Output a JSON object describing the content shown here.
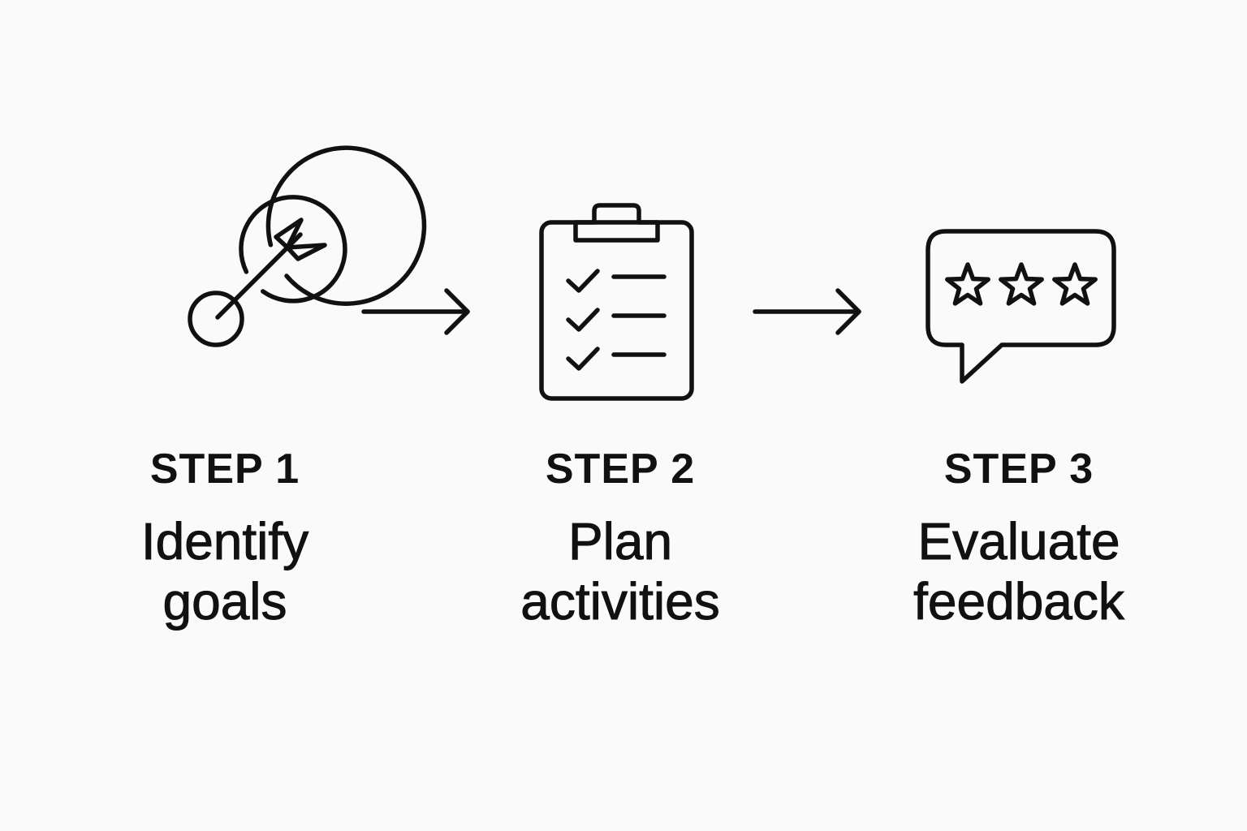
{
  "colors": {
    "background": "#fafafa",
    "ink": "#111111"
  },
  "steps": [
    {
      "icon": "target-arrow-icon",
      "label": "STEP 1",
      "caption_lines": [
        "Identify",
        "goals"
      ]
    },
    {
      "icon": "clipboard-checklist-icon",
      "label": "STEP 2",
      "caption_lines": [
        "Plan",
        "activities"
      ]
    },
    {
      "icon": "rating-speech-bubble-icon",
      "label": "STEP 3",
      "caption_lines": [
        "Evaluate",
        "feedback"
      ]
    }
  ],
  "connectors": [
    {
      "from": "STEP 1",
      "to": "STEP 2",
      "icon": "arrow-right-icon"
    },
    {
      "from": "STEP 2",
      "to": "STEP 3",
      "icon": "arrow-right-icon"
    }
  ]
}
